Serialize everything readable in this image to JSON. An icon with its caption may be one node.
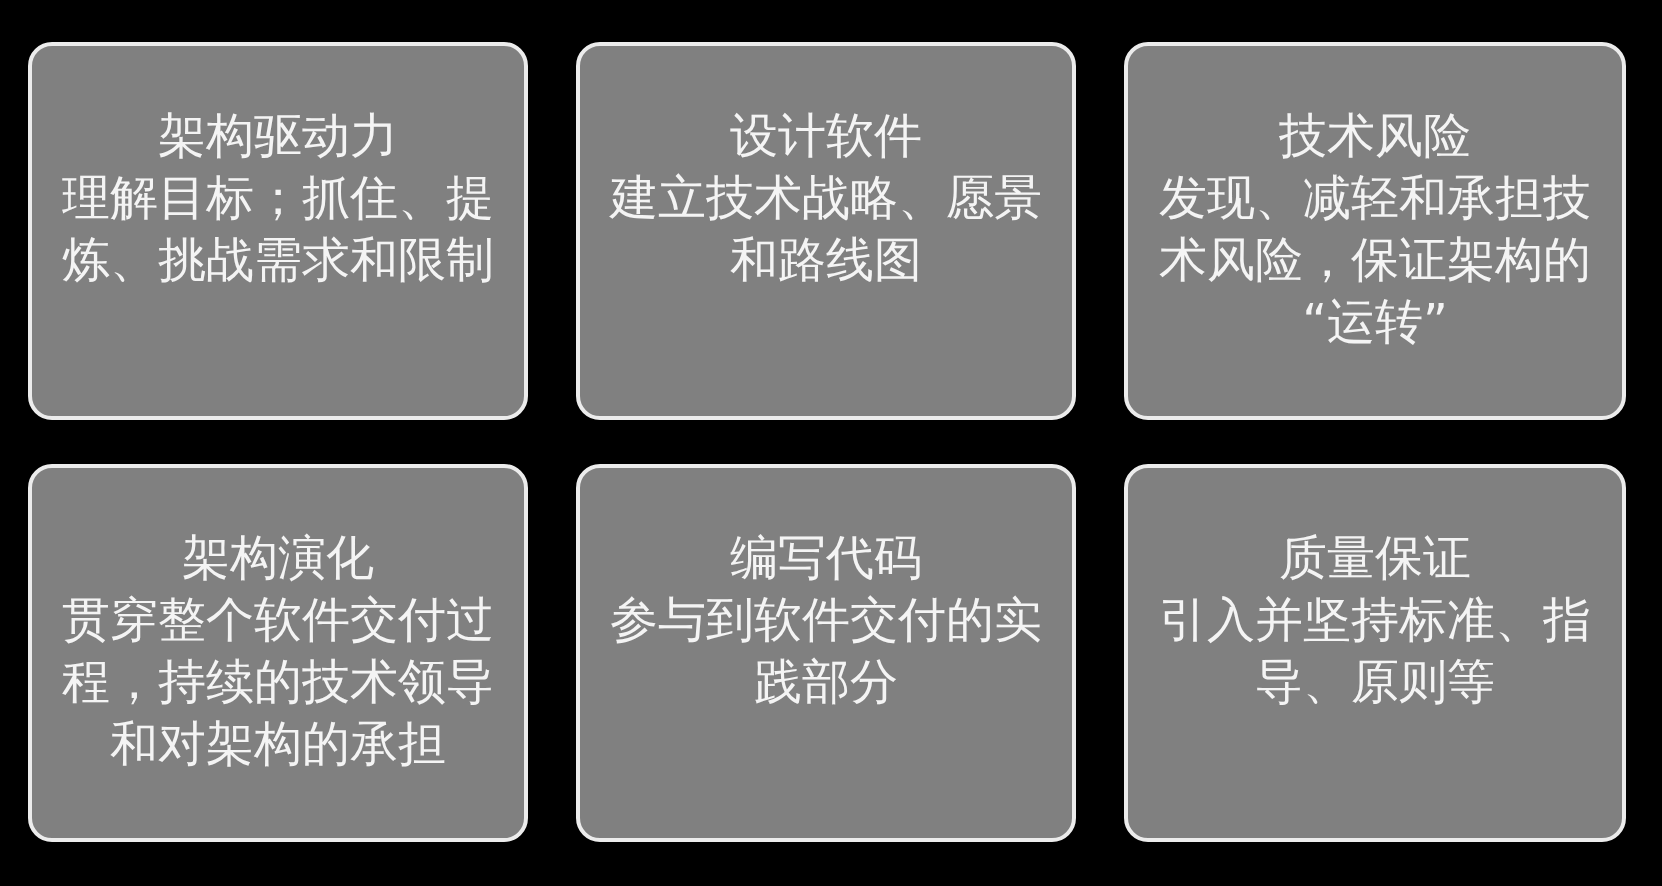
{
  "diagram": {
    "nodes": [
      {
        "text": [
          "架构驱动力",
          "理解目标；抓住、提炼、挑战需求和限制"
        ]
      },
      {
        "text": [
          "设计软件",
          "建立技术战略、愿景和路线图"
        ]
      },
      {
        "text": [
          "技术风险",
          "发现、减轻和承担技术风险，保证架构的“运转”"
        ]
      },
      {
        "text": [
          "架构演化",
          "贯穿整个软件交付过程，持续的技术领导和对架构的承担"
        ]
      },
      {
        "text": [
          "编写代码",
          "参与到软件交付的实践部分"
        ]
      },
      {
        "text": [
          "质量保证",
          "引入并坚持标准、指导、原则等"
        ]
      }
    ]
  }
}
